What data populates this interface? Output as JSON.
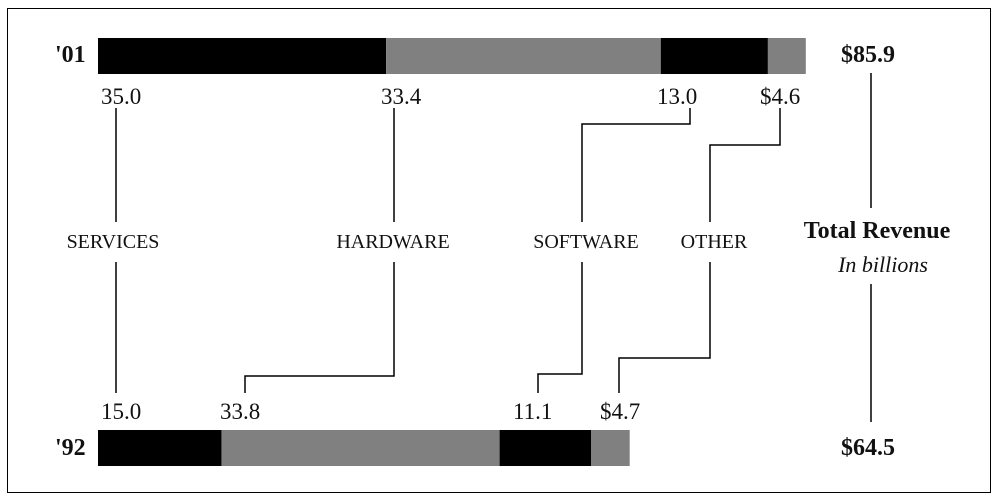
{
  "chart_data": {
    "type": "bar",
    "orientation": "horizontal-stacked",
    "title": "Total Revenue",
    "subtitle": "In billions",
    "categories": [
      "SERVICES",
      "HARDWARE",
      "SOFTWARE",
      "OTHER"
    ],
    "series": [
      {
        "name": "'01",
        "values": [
          35.0,
          33.4,
          13.0,
          4.6
        ],
        "value_labels": [
          "35.0",
          "33.4",
          "13.0",
          "$4.6"
        ],
        "total": 85.9,
        "total_label": "$85.9"
      },
      {
        "name": "'92",
        "values": [
          15.0,
          33.8,
          11.1,
          4.7
        ],
        "value_labels": [
          "15.0",
          "33.8",
          "11.1",
          "$4.7"
        ],
        "total": 64.5,
        "total_label": "$64.5"
      }
    ],
    "segment_colors": [
      "#000000",
      "#808080",
      "#000000",
      "#808080"
    ]
  }
}
